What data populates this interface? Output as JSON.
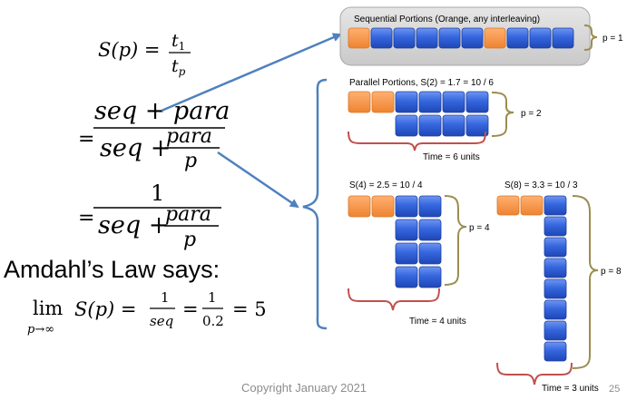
{
  "formulas": {
    "speedup_lhs": "S(p) =",
    "speedup_num": "t",
    "speedup_num_sub": "1",
    "speedup_den": "t",
    "speedup_den_sub": "p",
    "eq1_prefix": "=",
    "eq1_num": "seq + para",
    "eq1_den_lead": "seq +",
    "eq1_den_frac_num": "para",
    "eq1_den_frac_den": "p",
    "eq2_prefix": "=",
    "eq2_num": "1",
    "eq2_den_lead": "seq +",
    "eq2_den_frac_num": "para",
    "eq2_den_frac_den": "p",
    "amdahl_title": "Amdahl’s Law says:",
    "lim_word": "lim",
    "lim_sub": "p→∞",
    "lim_expr": "S(p) =",
    "lim_f1_num": "1",
    "lim_f1_den": "seq",
    "lim_eq": "=",
    "lim_f2_num": "1",
    "lim_f2_den": "0.2",
    "lim_result": "= 5"
  },
  "panels": {
    "sequential": {
      "label": "Sequential Portions (Orange, any interleaving)",
      "p_label": "p = 1"
    },
    "p2": {
      "label": "Parallel Portions, S(2) = 1.7 = 10 / 6",
      "p_label": "p = 2",
      "time_label": "Time = 6 units"
    },
    "p4": {
      "label": "S(4) = 2.5 = 10 / 4",
      "p_label": "p = 4",
      "time_label": "Time = 4 units"
    },
    "p8": {
      "label": "S(8) = 3.3 = 10 / 3",
      "p_label": "p = 8",
      "time_label": "Time = 3 units"
    }
  },
  "footer": {
    "copyright": "Copyright January 2021",
    "page_number": "25"
  },
  "colors": {
    "orange_block": "#f5933f",
    "blue_block": "#2f5fd8",
    "gray_panel": "#d4d4d4",
    "arrow": "#4f81bd",
    "olive_brace": "#9c8c4f",
    "red_brace": "#c0504d",
    "blue_brace": "#4f81bd"
  }
}
